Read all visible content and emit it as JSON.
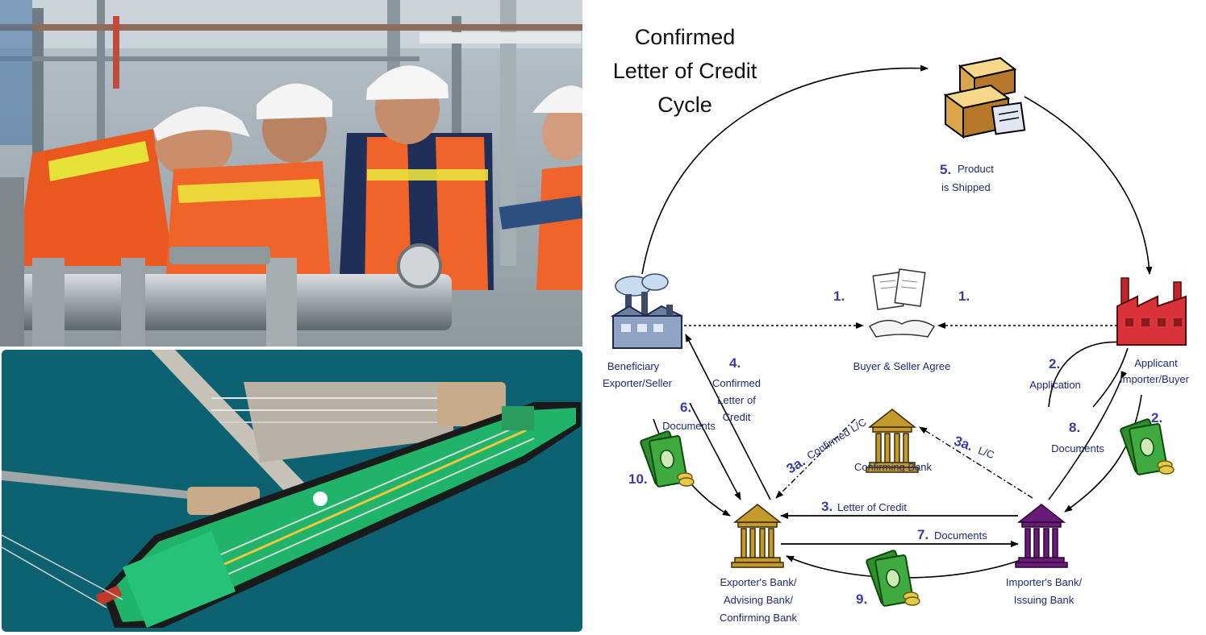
{
  "diagram": {
    "title_lines": [
      "Confirmed",
      "Letter of Credit",
      "Cycle"
    ],
    "nodes": {
      "beneficiary": [
        "Beneficiary",
        "Exporter/Seller"
      ],
      "applicant": [
        "Applicant",
        "Importer/Buyer"
      ],
      "agreement": "Buyer & Seller Agree",
      "confirming_bank": "Confirming Bank",
      "exporters_bank": [
        "Exporter's Bank/",
        "Advising Bank/",
        "Confirming Bank"
      ],
      "importers_bank": [
        "Importer's Bank/",
        "Issuing Bank"
      ],
      "product": [
        "Product",
        "is Shipped"
      ]
    },
    "steps": {
      "s1_left": "1.",
      "s1_right": "1.",
      "s2_app_num": "2.",
      "s2_app_label": "Application",
      "s2_pay": "2.",
      "s3_num": "3.",
      "s3_label": "Letter of Credit",
      "s3a_left_num": "3a.",
      "s3a_left_label": "Confirmed L/C",
      "s3a_right_num": "3a.",
      "s3a_right_label": "L/C",
      "s4_num": "4.",
      "s4_label": [
        "Confirmed",
        "Letter of",
        "Credit"
      ],
      "s5_num": "5.",
      "s6_num": "6.",
      "s6_label": "Documents",
      "s7_num": "7.",
      "s7_label": "Documents",
      "s8_num": "8.",
      "s8_label": "Documents",
      "s9": "9.",
      "s10": "10."
    }
  },
  "photos": {
    "top": "engineers-inspecting-pipeline",
    "bottom": "tanker-ship-at-jetty"
  },
  "colors": {
    "label_text": "#1f2a7a",
    "step_number": "#3a3f9e",
    "bank_gold": "#c49a2c",
    "bank_purple": "#6a1b7a",
    "factory_red": "#c0272d",
    "sea": "#0f6a7a",
    "ship_deck": "#1fb46a"
  }
}
